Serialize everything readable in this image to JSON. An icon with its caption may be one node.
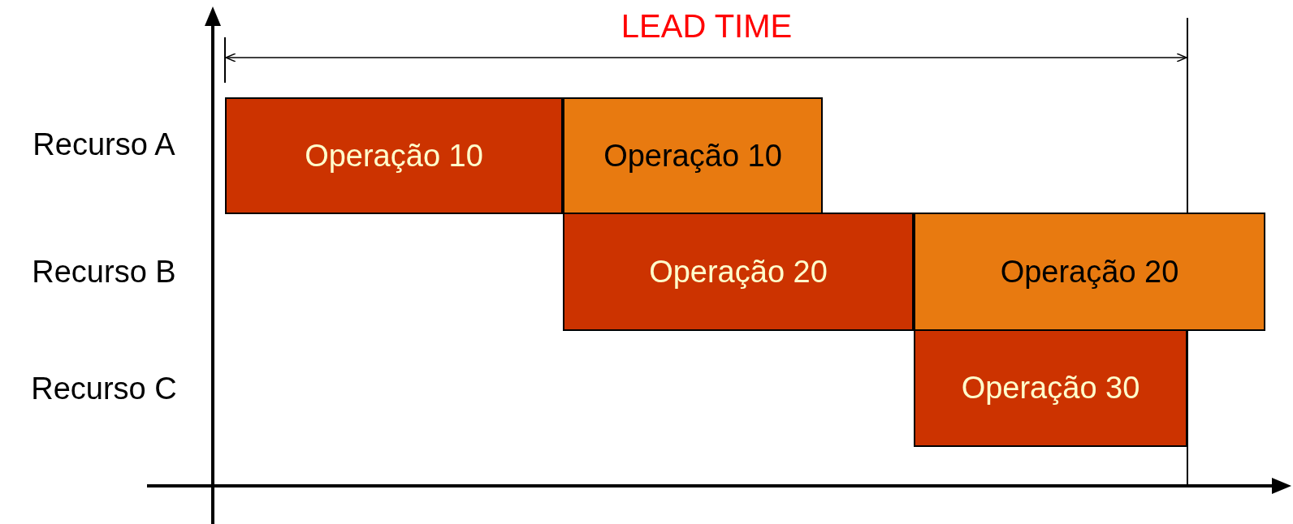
{
  "diagram": {
    "nodes": [
      {
        "text": [
          "Operação 10"
        ]
      },
      {
        "text": [
          "Operação 10"
        ]
      },
      {
        "text": [
          "Operação 20"
        ]
      },
      {
        "text": [
          "Operação 20"
        ]
      },
      {
        "text": [
          "Operação 30"
        ]
      }
    ],
    "labels": [
      "LEAD TIME",
      "Recurso A",
      "Recurso B",
      "Recurso C"
    ]
  }
}
